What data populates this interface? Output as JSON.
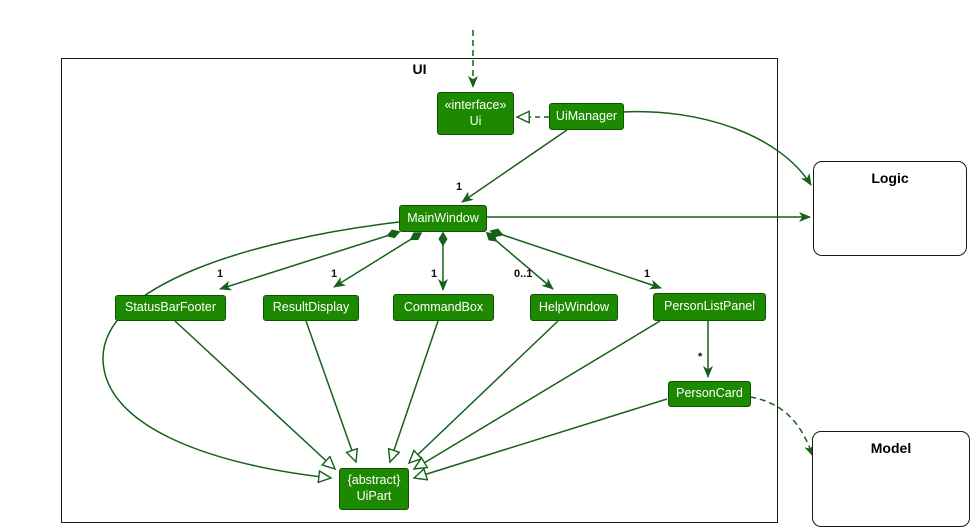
{
  "diagram": {
    "frame_label": "UI",
    "external": {
      "logic_label": "Logic",
      "model_label": "Model"
    },
    "nodes": {
      "ui_interface": {
        "stereotype": "«interface»",
        "label": "Ui"
      },
      "ui_manager": {
        "label": "UiManager"
      },
      "main_window": {
        "label": "MainWindow"
      },
      "status_bar_footer": {
        "label": "StatusBarFooter"
      },
      "result_display": {
        "label": "ResultDisplay"
      },
      "command_box": {
        "label": "CommandBox"
      },
      "help_window": {
        "label": "HelpWindow"
      },
      "person_list_panel": {
        "label": "PersonListPanel"
      },
      "person_card": {
        "label": "PersonCard"
      },
      "ui_part": {
        "stereotype": "{abstract}",
        "label": "UiPart"
      }
    },
    "multiplicities": {
      "main_window": "1",
      "status_bar_footer": "1",
      "result_display": "1",
      "command_box": "1",
      "help_window": "0..1",
      "person_list_panel": "1",
      "person_card": "*"
    },
    "edges": [
      {
        "from": "external-top",
        "to": "ui_interface",
        "type": "dashed-dependency-arrow"
      },
      {
        "from": "ui_manager",
        "to": "ui_interface",
        "type": "realization-hollow-triangle"
      },
      {
        "from": "ui_manager",
        "to": "main_window",
        "type": "association-arrow",
        "label": "1"
      },
      {
        "from": "ui_manager",
        "to": "logic",
        "type": "association-arrow"
      },
      {
        "from": "main_window",
        "to": "logic",
        "type": "association-arrow"
      },
      {
        "from": "main_window",
        "to": "status_bar_footer",
        "type": "composition",
        "label": "1"
      },
      {
        "from": "main_window",
        "to": "result_display",
        "type": "composition",
        "label": "1"
      },
      {
        "from": "main_window",
        "to": "command_box",
        "type": "composition",
        "label": "1"
      },
      {
        "from": "main_window",
        "to": "help_window",
        "type": "composition",
        "label": "0..1"
      },
      {
        "from": "main_window",
        "to": "person_list_panel",
        "type": "composition",
        "label": "1"
      },
      {
        "from": "person_list_panel",
        "to": "person_card",
        "type": "association-arrow",
        "label": "*"
      },
      {
        "from": "main_window",
        "to": "ui_part",
        "type": "inheritance-hollow-triangle"
      },
      {
        "from": "status_bar_footer",
        "to": "ui_part",
        "type": "inheritance-hollow-triangle"
      },
      {
        "from": "result_display",
        "to": "ui_part",
        "type": "inheritance-hollow-triangle"
      },
      {
        "from": "command_box",
        "to": "ui_part",
        "type": "inheritance-hollow-triangle"
      },
      {
        "from": "help_window",
        "to": "ui_part",
        "type": "inheritance-hollow-triangle"
      },
      {
        "from": "person_list_panel",
        "to": "ui_part",
        "type": "inheritance-hollow-triangle"
      },
      {
        "from": "person_card",
        "to": "ui_part",
        "type": "inheritance-hollow-triangle"
      },
      {
        "from": "person_card",
        "to": "model",
        "type": "dashed-dependency-arrow"
      }
    ],
    "colors": {
      "node_fill": "#1D8900",
      "node_border": "#0E5400",
      "node_text": "#FFFFFF",
      "edge": "#16601A",
      "frame_border": "#1A1A1A",
      "label_text": "#000000",
      "background": "#FFFFFF"
    }
  }
}
